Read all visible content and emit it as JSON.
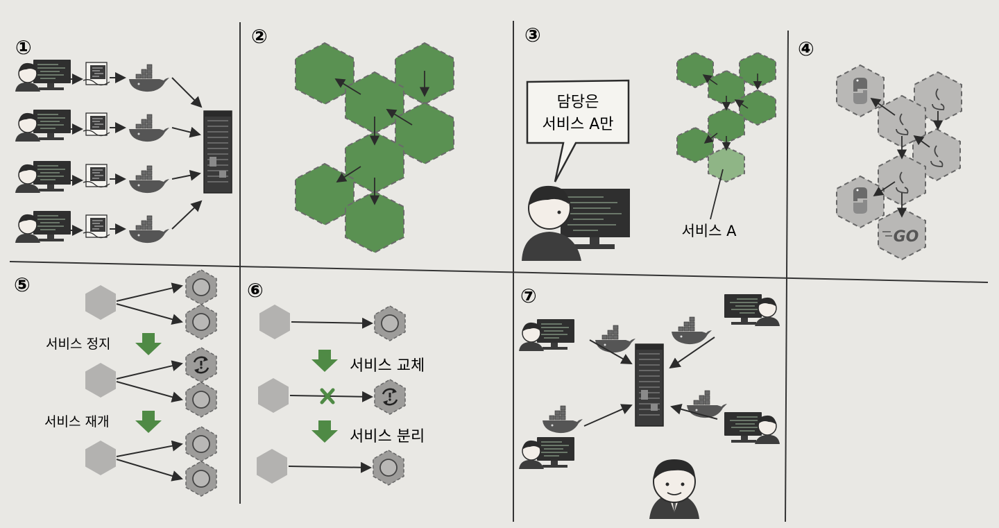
{
  "colors": {
    "paper": "#e9e8e4",
    "hex_green": "#5a9152",
    "hex_green_light": "#8fb586",
    "hex_gray": "#b9b8b6",
    "hex_gray_dark": "#9d9c9a",
    "ink": "#2b2b2b",
    "arrow_green": "#4f8a45"
  },
  "panels": [
    {
      "number": "①",
      "icons": [
        "developer-icon",
        "code-file-icon",
        "docker-whale-icon",
        "server-rack-icon"
      ]
    },
    {
      "number": "②",
      "icons": [
        "hexagon-service-icon"
      ]
    },
    {
      "number": "③",
      "speech_line1": "담당은",
      "speech_line2": "서비스 A만",
      "label": "서비스 A",
      "icons": [
        "developer-icon",
        "hexagon-service-icon"
      ]
    },
    {
      "number": "④",
      "icons": [
        "python-logo-icon",
        "java-logo-icon",
        "go-logo-icon"
      ],
      "go_text": "GO"
    },
    {
      "number": "⑤",
      "label_stop": "서비스 정지",
      "label_resume": "서비스 재개"
    },
    {
      "number": "⑥",
      "label_replace": "서비스 교체",
      "label_separate": "서비스 분리"
    },
    {
      "number": "⑦",
      "icons": [
        "developer-icon",
        "docker-whale-icon",
        "server-rack-icon",
        "manager-icon"
      ]
    }
  ]
}
